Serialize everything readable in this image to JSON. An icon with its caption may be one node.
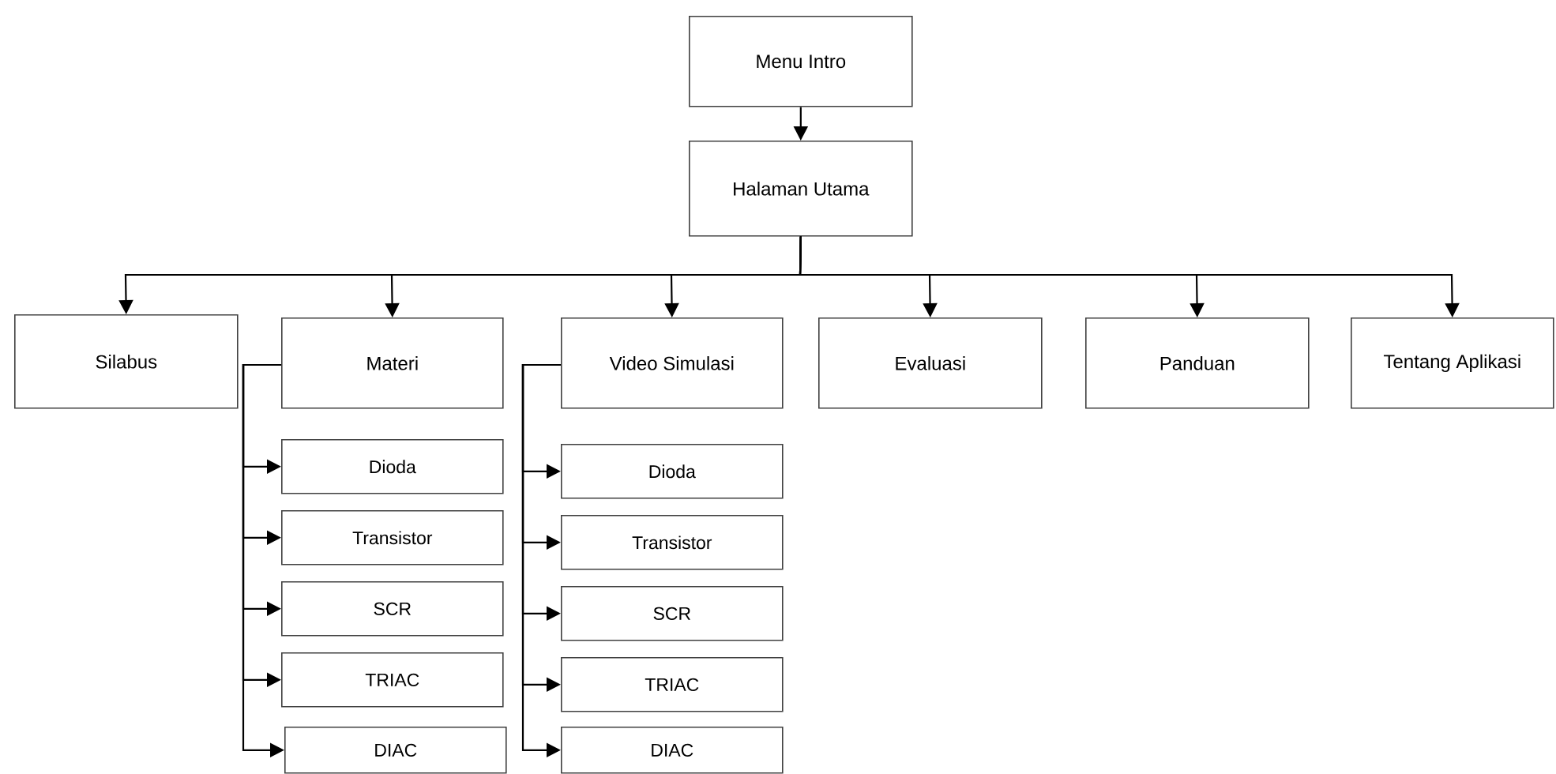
{
  "diagram": {
    "nodes": [
      {
        "text": [
          "Menu Intro"
        ]
      },
      {
        "text": [
          "Halaman Utama"
        ]
      },
      {
        "text": [
          "Silabus"
        ]
      },
      {
        "text": [
          "Materi"
        ]
      },
      {
        "text": [
          "Video Simulasi"
        ]
      },
      {
        "text": [
          "Evaluasi"
        ]
      },
      {
        "text": [
          "Panduan"
        ]
      },
      {
        "text": [
          "Tentang Aplikasi"
        ]
      },
      {
        "text": [
          "Dioda"
        ]
      },
      {
        "text": [
          "Transistor"
        ]
      },
      {
        "text": [
          "SCR"
        ]
      },
      {
        "text": [
          "TRIAC"
        ]
      },
      {
        "text": [
          "DIAC"
        ]
      },
      {
        "text": [
          "Dioda"
        ]
      },
      {
        "text": [
          "Transistor"
        ]
      },
      {
        "text": [
          "SCR"
        ]
      },
      {
        "text": [
          "TRIAC"
        ]
      },
      {
        "text": [
          "DIAC"
        ]
      }
    ],
    "edges": [
      {
        "from": 0,
        "to": 1,
        "arrow": "to"
      },
      {
        "from": 1,
        "to": 2,
        "arrow": "to"
      },
      {
        "from": 1,
        "to": 3,
        "arrow": "to"
      },
      {
        "from": 1,
        "to": 4,
        "arrow": "to"
      },
      {
        "from": 1,
        "to": 5,
        "arrow": "to"
      },
      {
        "from": 1,
        "to": 6,
        "arrow": "to"
      },
      {
        "from": 1,
        "to": 7,
        "arrow": "to"
      },
      {
        "from": 3,
        "to": 8,
        "arrow": "to"
      },
      {
        "from": 3,
        "to": 9,
        "arrow": "to"
      },
      {
        "from": 3,
        "to": 10,
        "arrow": "to"
      },
      {
        "from": 3,
        "to": 11,
        "arrow": "to"
      },
      {
        "from": 3,
        "to": 12,
        "arrow": "to"
      },
      {
        "from": 4,
        "to": 13,
        "arrow": "to"
      },
      {
        "from": 4,
        "to": 14,
        "arrow": "to"
      },
      {
        "from": 4,
        "to": 15,
        "arrow": "to"
      },
      {
        "from": 4,
        "to": 16,
        "arrow": "to"
      },
      {
        "from": 4,
        "to": 17,
        "arrow": "to"
      }
    ]
  }
}
